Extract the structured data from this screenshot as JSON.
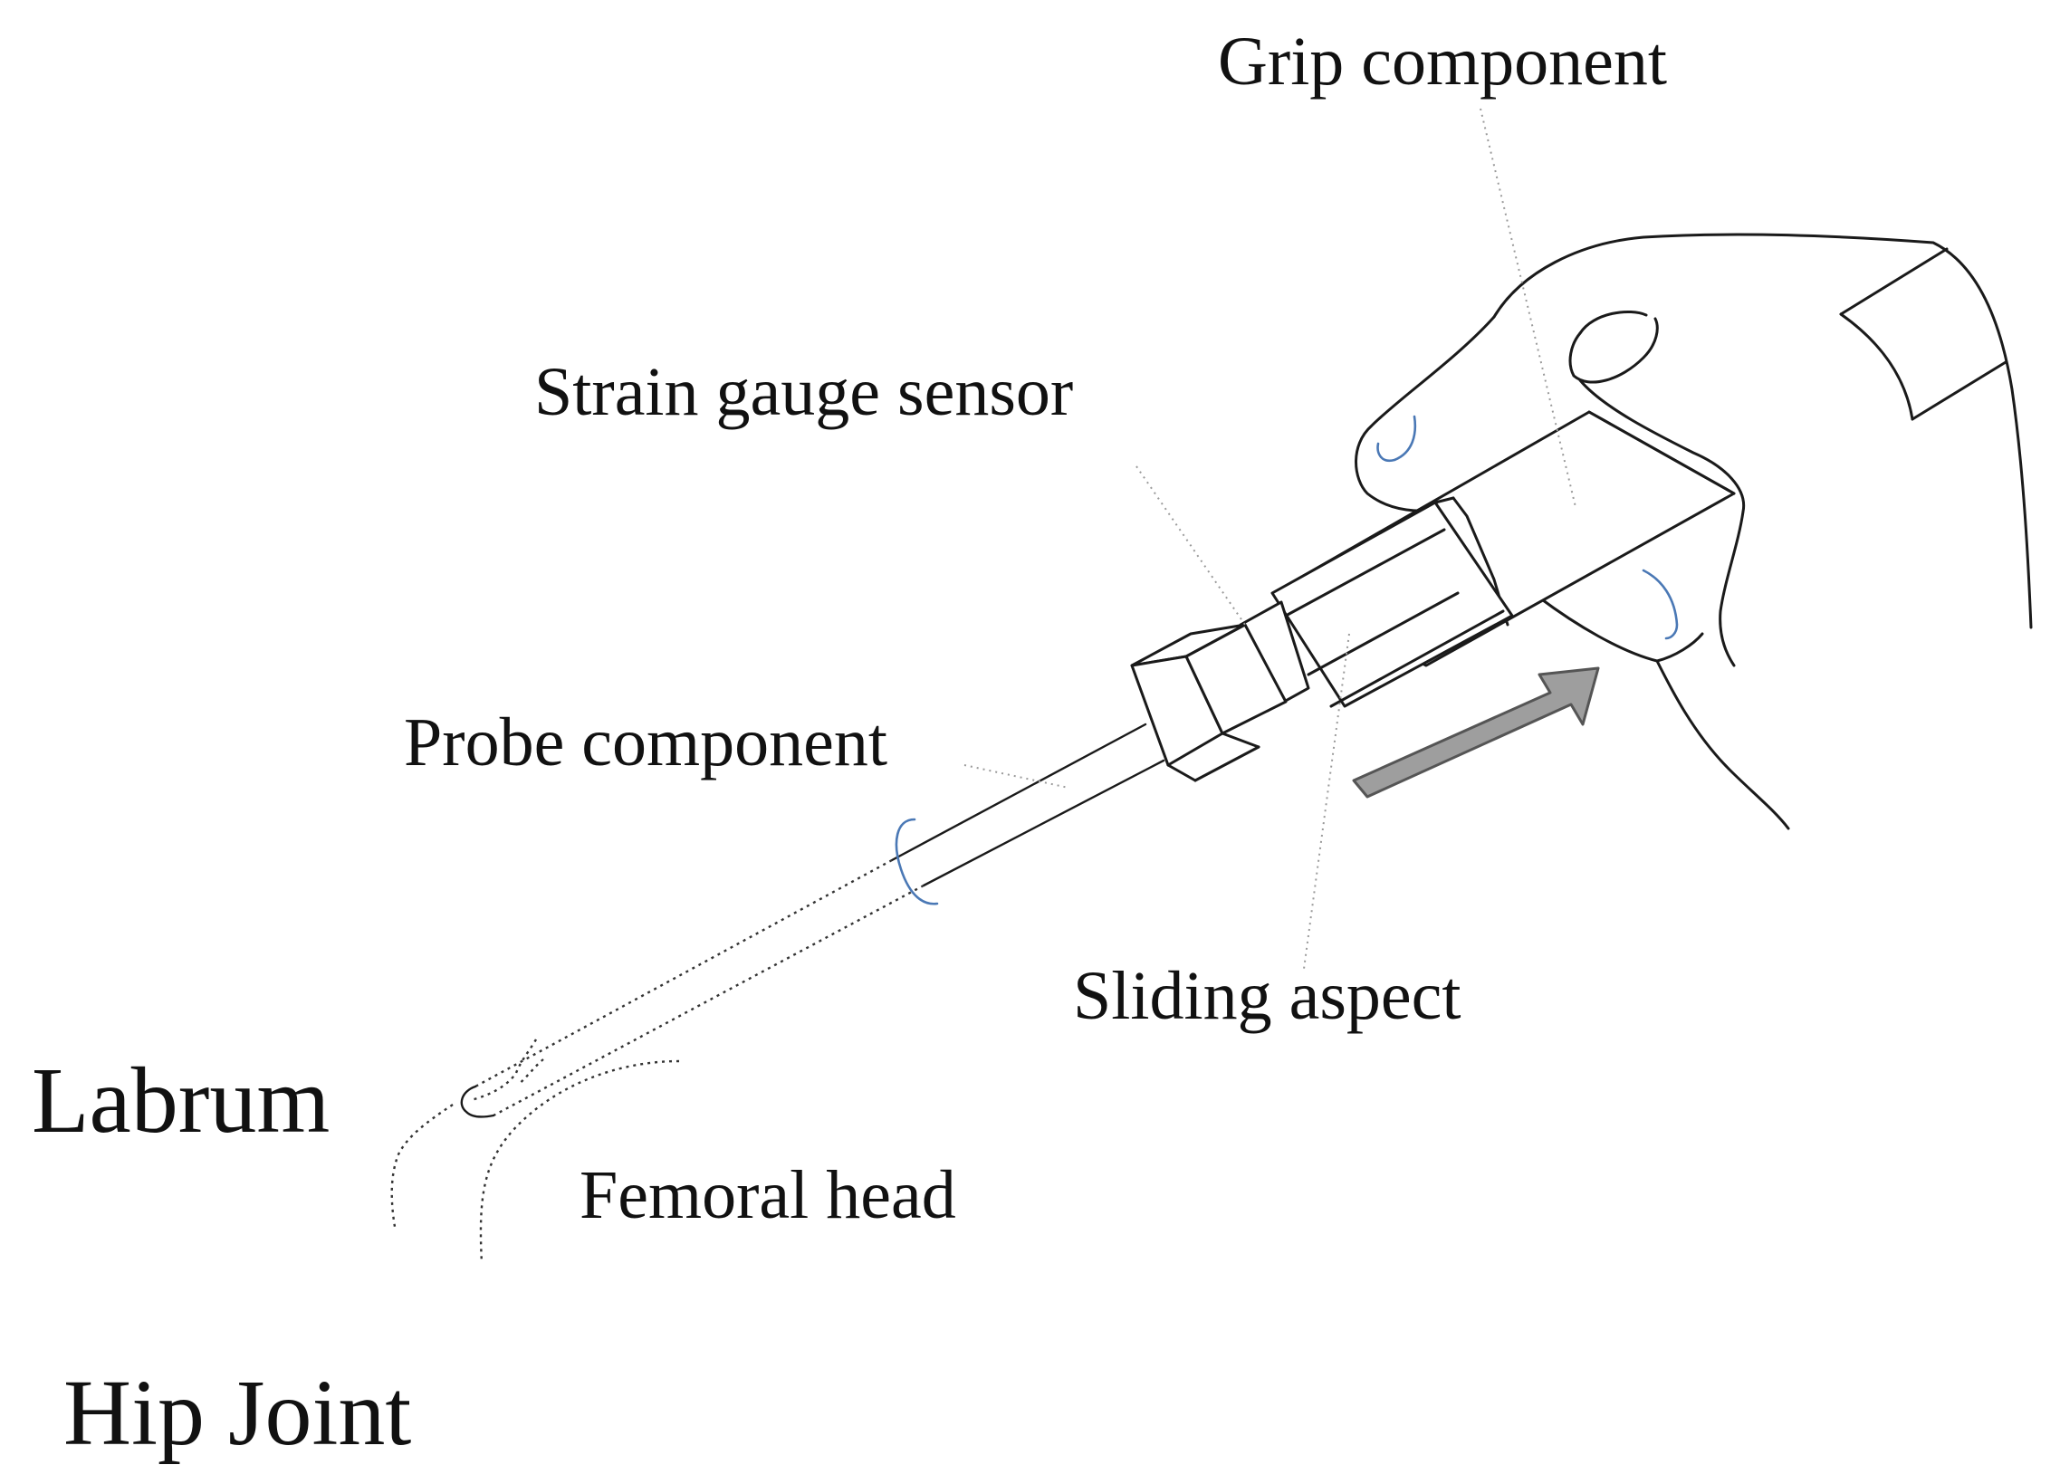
{
  "labels": {
    "grip_component": "Grip component",
    "strain_gauge_sensor": "Strain gauge sensor",
    "probe_component": "Probe component",
    "sliding_aspect": "Sliding aspect",
    "labrum": "Labrum",
    "femoral_head": "Femoral head",
    "hip_joint": "Hip Joint"
  },
  "colors": {
    "line": "#1a1a1a",
    "arrow": "#9e9e9e",
    "accent_blue": "#4a78b5"
  }
}
